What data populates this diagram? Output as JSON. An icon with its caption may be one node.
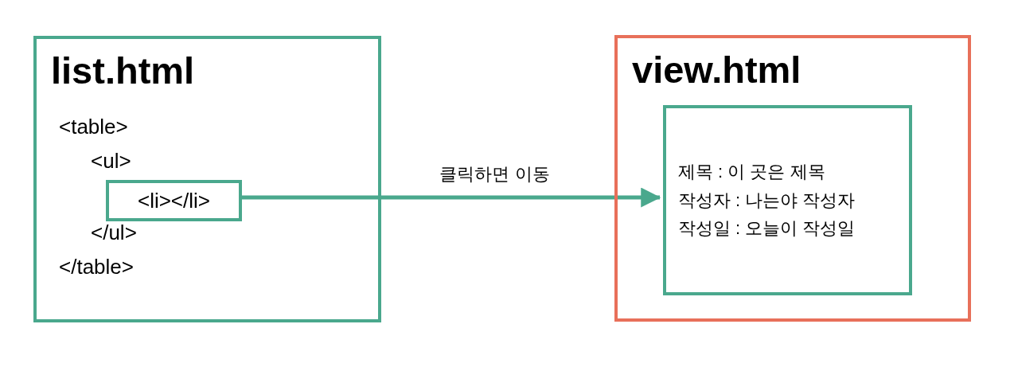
{
  "diagram": {
    "nodes": [
      {
        "text": [
          "list.html",
          "<table>",
          "<ul>",
          "</ul>",
          "</table>"
        ]
      },
      {
        "text": [
          "<li></li>"
        ],
        "in": 0
      },
      {
        "text": [
          "view.html"
        ]
      },
      {
        "text": [
          "제목 : 이 곳은 제목",
          "작성자 : 나는야 작성자",
          "작성일 : 오늘이 작성일"
        ],
        "in": 2
      }
    ],
    "edges": [
      {
        "from": 1,
        "to": 3,
        "arrow": "to",
        "label": "클릭하면 이동"
      }
    ]
  }
}
